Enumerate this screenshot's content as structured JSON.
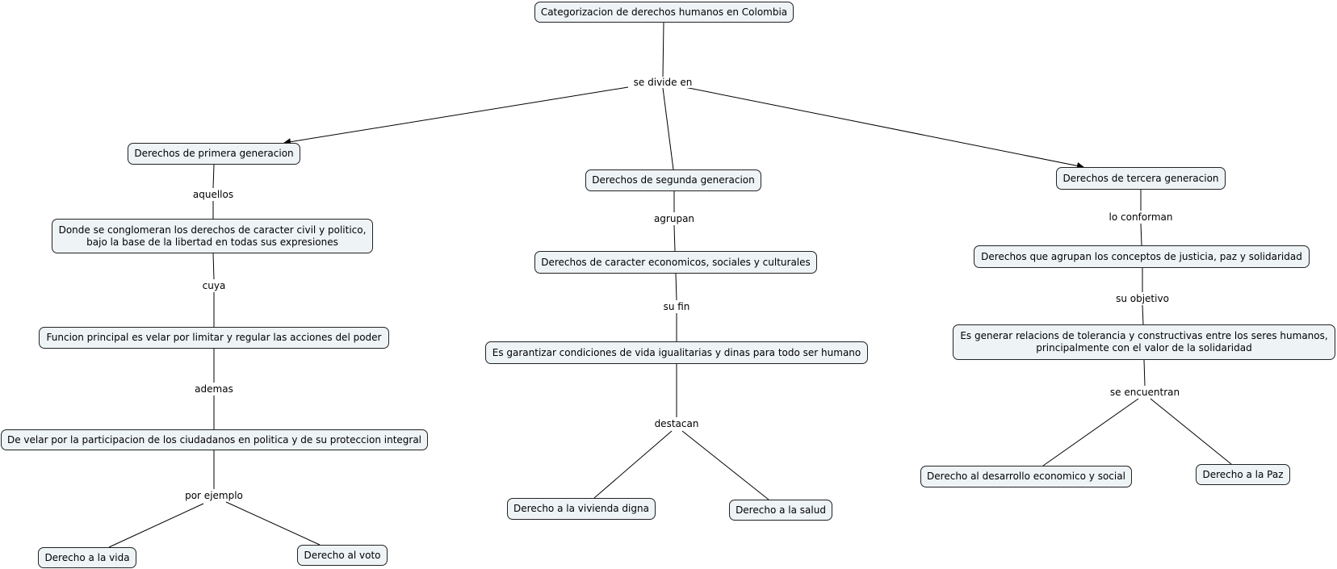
{
  "nodes": {
    "root": "Categorizacion de derechos humanos en Colombia",
    "g1": "Derechos de primera generacion",
    "g2": "Derechos de segunda generacion",
    "g3": "Derechos de tercera generacion",
    "g1_desc_line1": "Donde se conglomeran los derechos de caracter civil y politico,",
    "g1_desc_line2": "bajo la base de la libertad en todas sus expresiones",
    "g1_func": "Funcion principal es velar por limitar y regular las acciones del poder",
    "g1_part": "De velar por la participacion de los ciudadanos en politica y de su proteccion integral",
    "g1_vida": "Derecho a la vida",
    "g1_voto": "Derecho al voto",
    "g2_desc": "Derechos de caracter economicos, sociales y culturales",
    "g2_fin": "Es garantizar condiciones de vida igualitarias y dinas para todo ser humano",
    "g2_vivienda": "Derecho a la vivienda digna",
    "g2_salud": "Derecho a la salud",
    "g3_desc": "Derechos que agrupan los conceptos de justicia, paz y solidaridad",
    "g3_obj_line1": "Es generar relacions de tolerancia y constructivas entre los seres humanos,",
    "g3_obj_line2": "principalmente con el valor de la solidaridad",
    "g3_desarrollo": "Derecho al desarrollo economico y social",
    "g3_paz": "Derecho a la Paz"
  },
  "links": {
    "se_divide_en": "se divide en",
    "aquellos": "aquellos",
    "cuya": "cuya",
    "ademas": "ademas",
    "por_ejemplo": "por ejemplo",
    "agrupan": "agrupan",
    "su_fin": "su fin",
    "destacan": "destacan",
    "lo_conforman": "lo conforman",
    "su_objetivo": "su objetivo",
    "se_encuentran": "se encuentran"
  }
}
